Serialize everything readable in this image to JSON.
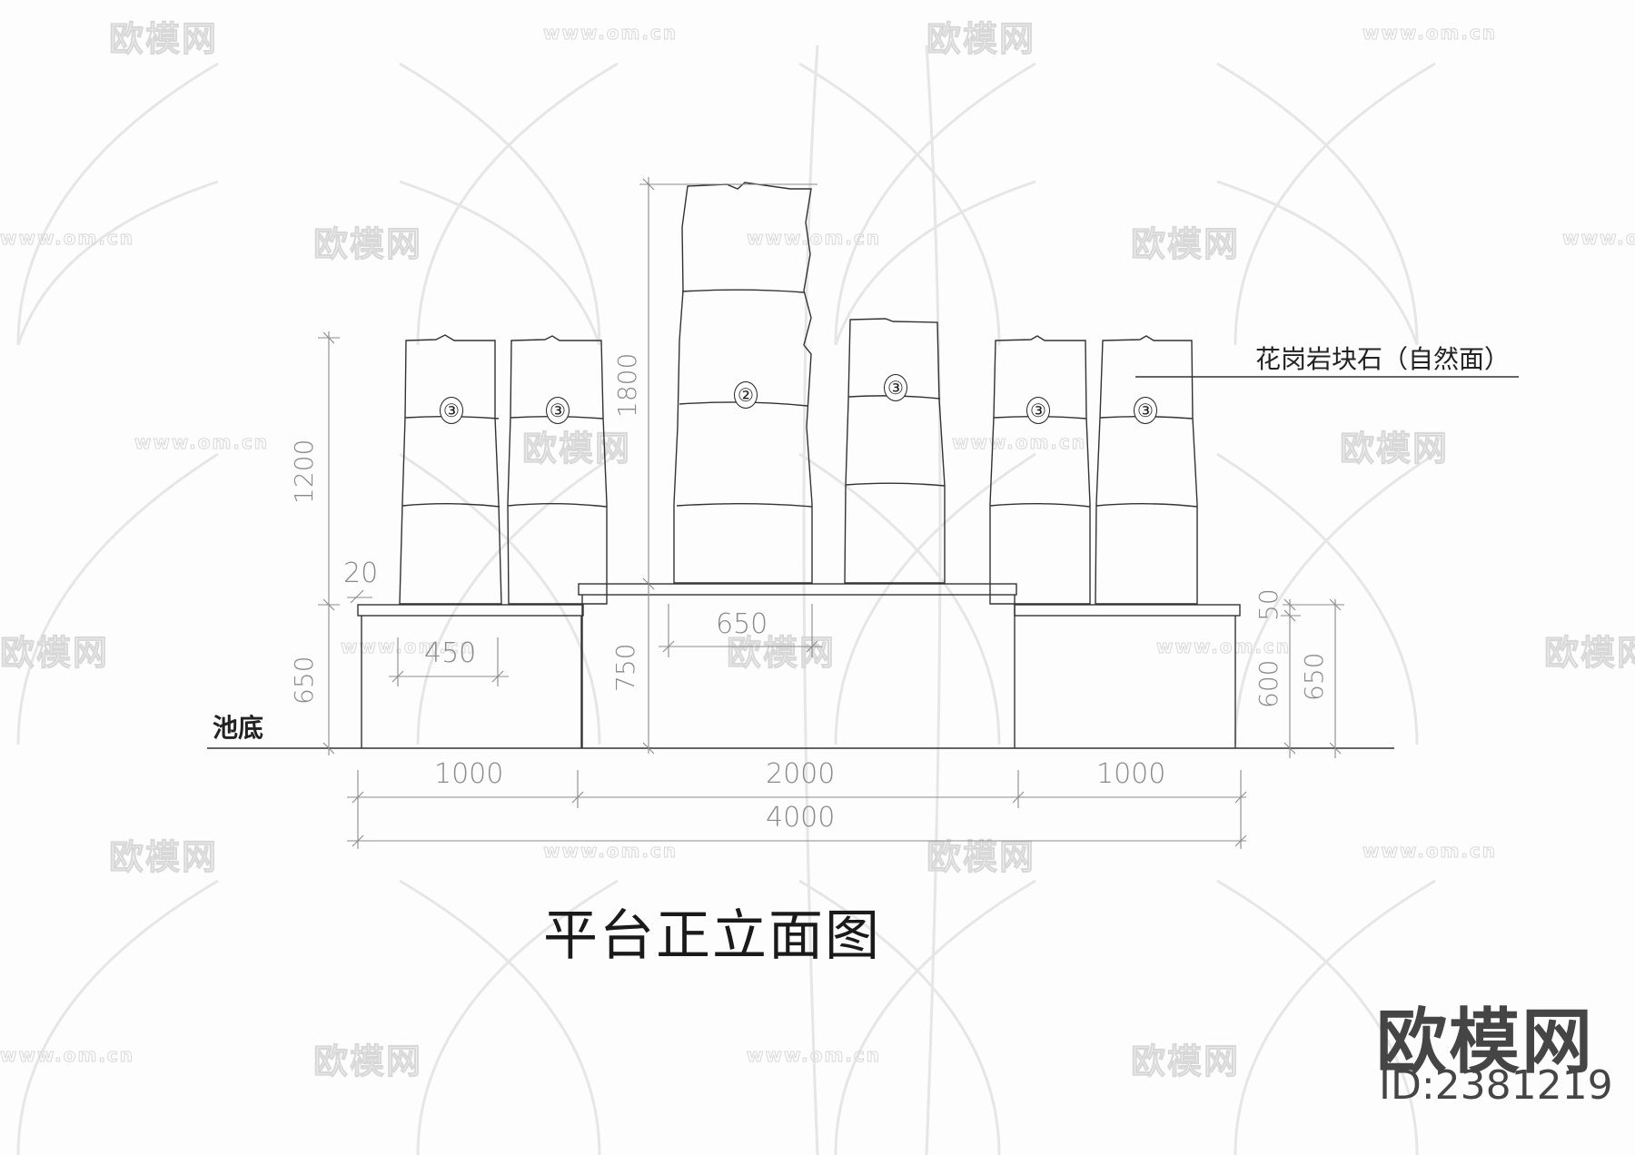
{
  "drawing": {
    "title": "平台正立面图",
    "material_note": "花岗岩块石（自然面）",
    "ground_label": "池底",
    "stone_markers": [
      {
        "id": "s1",
        "label": "③"
      },
      {
        "id": "s2",
        "label": "③"
      },
      {
        "id": "s3",
        "label": "②"
      },
      {
        "id": "s4",
        "label": "③"
      },
      {
        "id": "s5",
        "label": "③"
      },
      {
        "id": "s6",
        "label": "③"
      }
    ],
    "dimensions": {
      "left_stone_height": "1200",
      "center_stone_height": "1800",
      "left_cap_thickness": "20",
      "left_platform_height": "650",
      "center_platform_height": "750",
      "left_inner_width": "450",
      "center_inner_width": "650",
      "right_cap_thickness": "50",
      "right_wall_height": "600",
      "right_platform_height": "650",
      "bottom_left_width": "1000",
      "bottom_center_width": "2000",
      "bottom_right_width": "1000",
      "bottom_total_width": "4000"
    }
  },
  "watermark": {
    "brand": "欧模网",
    "url": "www.om.cn",
    "logo_brand": "欧模网",
    "logo_id": "ID:2381219"
  },
  "colors": {
    "line": "#333333",
    "dim_line": "#8a8a8a",
    "watermark": "#dcdcdc",
    "logo": "#454545"
  }
}
